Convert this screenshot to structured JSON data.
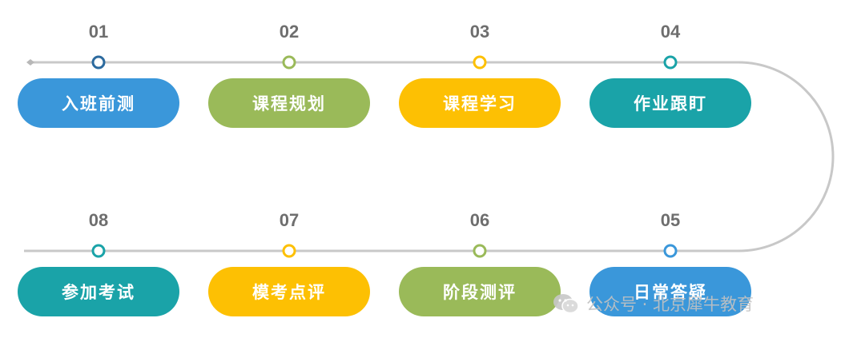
{
  "colors": {
    "line": "#c8c8c8",
    "blue": "#3a97da",
    "green": "#9aba59",
    "yellow": "#fdc003",
    "teal": "#1aa3a8",
    "navy": "#2c6a9e",
    "number": "#6e6e6e"
  },
  "steps": [
    {
      "num": "01",
      "label": "入班前测",
      "color": "#3a97da",
      "dot": "#2c6a9e"
    },
    {
      "num": "02",
      "label": "课程规划",
      "color": "#9aba59",
      "dot": "#9aba59"
    },
    {
      "num": "03",
      "label": "课程学习",
      "color": "#fdc003",
      "dot": "#fdc003"
    },
    {
      "num": "04",
      "label": "作业跟盯",
      "color": "#1aa3a8",
      "dot": "#1aa3a8"
    },
    {
      "num": "05",
      "label": "日常答疑",
      "color": "#3a97da",
      "dot": "#3a97da"
    },
    {
      "num": "06",
      "label": "阶段测评",
      "color": "#9aba59",
      "dot": "#9aba59"
    },
    {
      "num": "07",
      "label": "模考点评",
      "color": "#fdc003",
      "dot": "#fdc003"
    },
    {
      "num": "08",
      "label": "参加考试",
      "color": "#1aa3a8",
      "dot": "#1aa3a8"
    }
  ],
  "watermark": {
    "icon": "wechat-icon",
    "text": "公众号 · 北京犀牛教育"
  }
}
